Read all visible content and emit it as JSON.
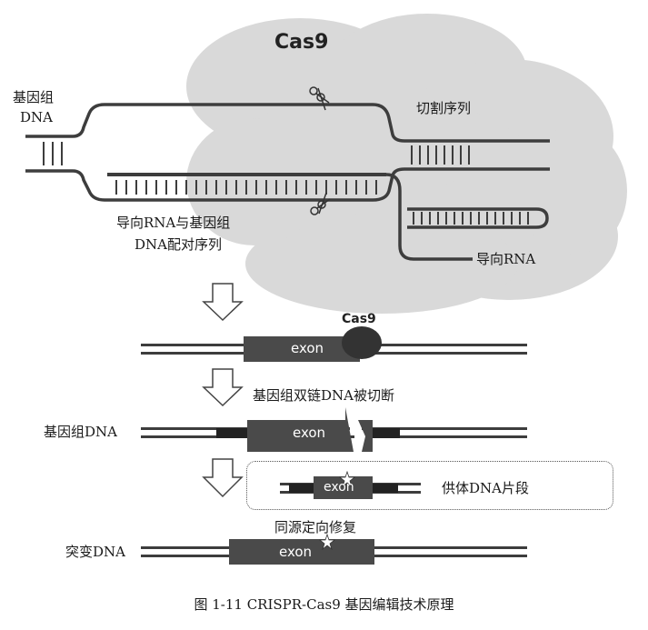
{
  "cas9_title": "Cas9",
  "labels": {
    "genome_dna_top_1": "基因组",
    "genome_dna_top_2": "DNA",
    "cleavage_seq": "切割序列",
    "guide_pair_1": "导向RNA与基因组",
    "guide_pair_2": "DNA配对序列",
    "guide_rna": "导向RNA",
    "cas9_small": "Cas9",
    "exon": "exon",
    "ds_cut": "基因组双链DNA被切断",
    "genome_dna": "基因组DNA",
    "donor": "供体DNA片段",
    "hdr": "同源定向修复",
    "mutant_dna": "突变DNA"
  },
  "caption": "图 1-11    CRISPR-Cas9 基因编辑技术原理",
  "colors": {
    "cloud": "#d9d9d9",
    "strand": "#3d3d3d",
    "exon_fill": "#4a4a4a",
    "cas9_blob": "#333333",
    "outline": "#555555"
  }
}
